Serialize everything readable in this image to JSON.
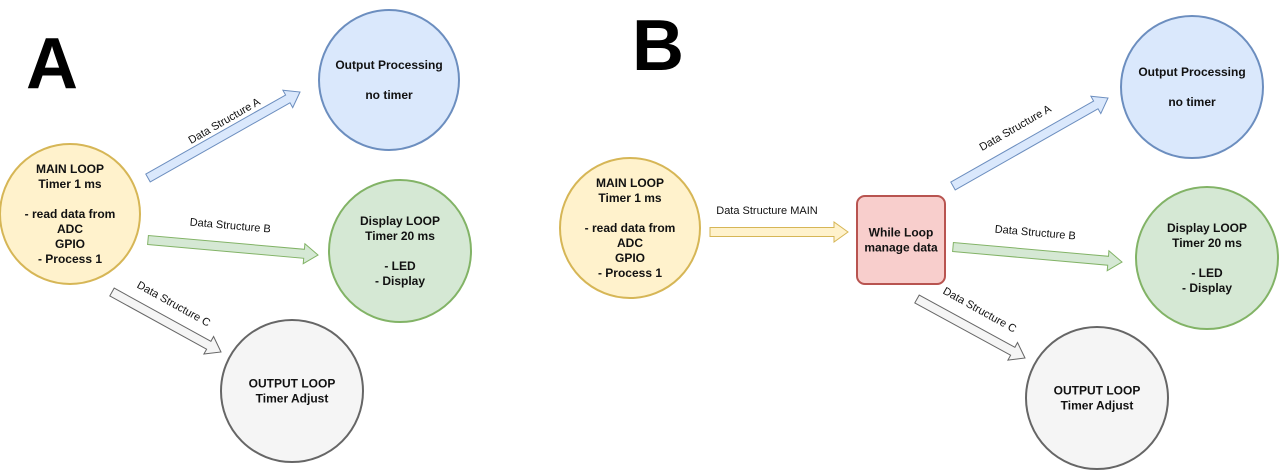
{
  "panels": [
    {
      "id": "A",
      "label": "A",
      "nodes": [
        {
          "id": "main",
          "lines": [
            "MAIN LOOP",
            "Timer 1 ms",
            "",
            "- read data from",
            "ADC",
            "GPIO",
            "- Process 1"
          ],
          "fill": "#fff2cc",
          "stroke": "#d6b656"
        },
        {
          "id": "output_processing",
          "lines": [
            "Output Processing",
            "",
            "no timer"
          ],
          "fill": "#dae8fc",
          "stroke": "#6c8ebf"
        },
        {
          "id": "display",
          "lines": [
            "Display LOOP",
            "Timer 20 ms",
            "",
            "- LED",
            "- Display"
          ],
          "fill": "#d5e8d4",
          "stroke": "#82b366"
        },
        {
          "id": "output_loop",
          "lines": [
            "OUTPUT LOOP",
            "Timer Adjust"
          ],
          "fill": "#f5f5f5",
          "stroke": "#666666"
        }
      ],
      "edges": [
        {
          "label": "Data Structure A",
          "fill": "#dae8fc",
          "stroke": "#6c8ebf"
        },
        {
          "label": "Data Structure B",
          "fill": "#d5e8d4",
          "stroke": "#82b366"
        },
        {
          "label": "Data Structure C",
          "fill": "#f5f5f5",
          "stroke": "#666666"
        }
      ]
    },
    {
      "id": "B",
      "label": "B",
      "nodes": [
        {
          "id": "main",
          "lines": [
            "MAIN LOOP",
            "Timer 1 ms",
            "",
            "- read data from",
            "ADC",
            "GPIO",
            "- Process 1"
          ],
          "fill": "#fff2cc",
          "stroke": "#d6b656"
        },
        {
          "id": "while_loop",
          "lines": [
            "While Loop",
            "manage data"
          ],
          "fill": "#f8cecc",
          "stroke": "#b85450"
        },
        {
          "id": "output_processing",
          "lines": [
            "Output Processing",
            "",
            "no timer"
          ],
          "fill": "#dae8fc",
          "stroke": "#6c8ebf"
        },
        {
          "id": "display",
          "lines": [
            "Display LOOP",
            "Timer 20 ms",
            "",
            "- LED",
            "- Display"
          ],
          "fill": "#d5e8d4",
          "stroke": "#82b366"
        },
        {
          "id": "output_loop",
          "lines": [
            "OUTPUT LOOP",
            "Timer Adjust"
          ],
          "fill": "#f5f5f5",
          "stroke": "#666666"
        }
      ],
      "edges": [
        {
          "label": "Data Structure MAIN",
          "fill": "#fff2cc",
          "stroke": "#d6b656"
        },
        {
          "label": "Data Structure A",
          "fill": "#dae8fc",
          "stroke": "#6c8ebf"
        },
        {
          "label": "Data Structure B",
          "fill": "#d5e8d4",
          "stroke": "#82b366"
        },
        {
          "label": "Data Structure C",
          "fill": "#f5f5f5",
          "stroke": "#666666"
        }
      ]
    }
  ]
}
